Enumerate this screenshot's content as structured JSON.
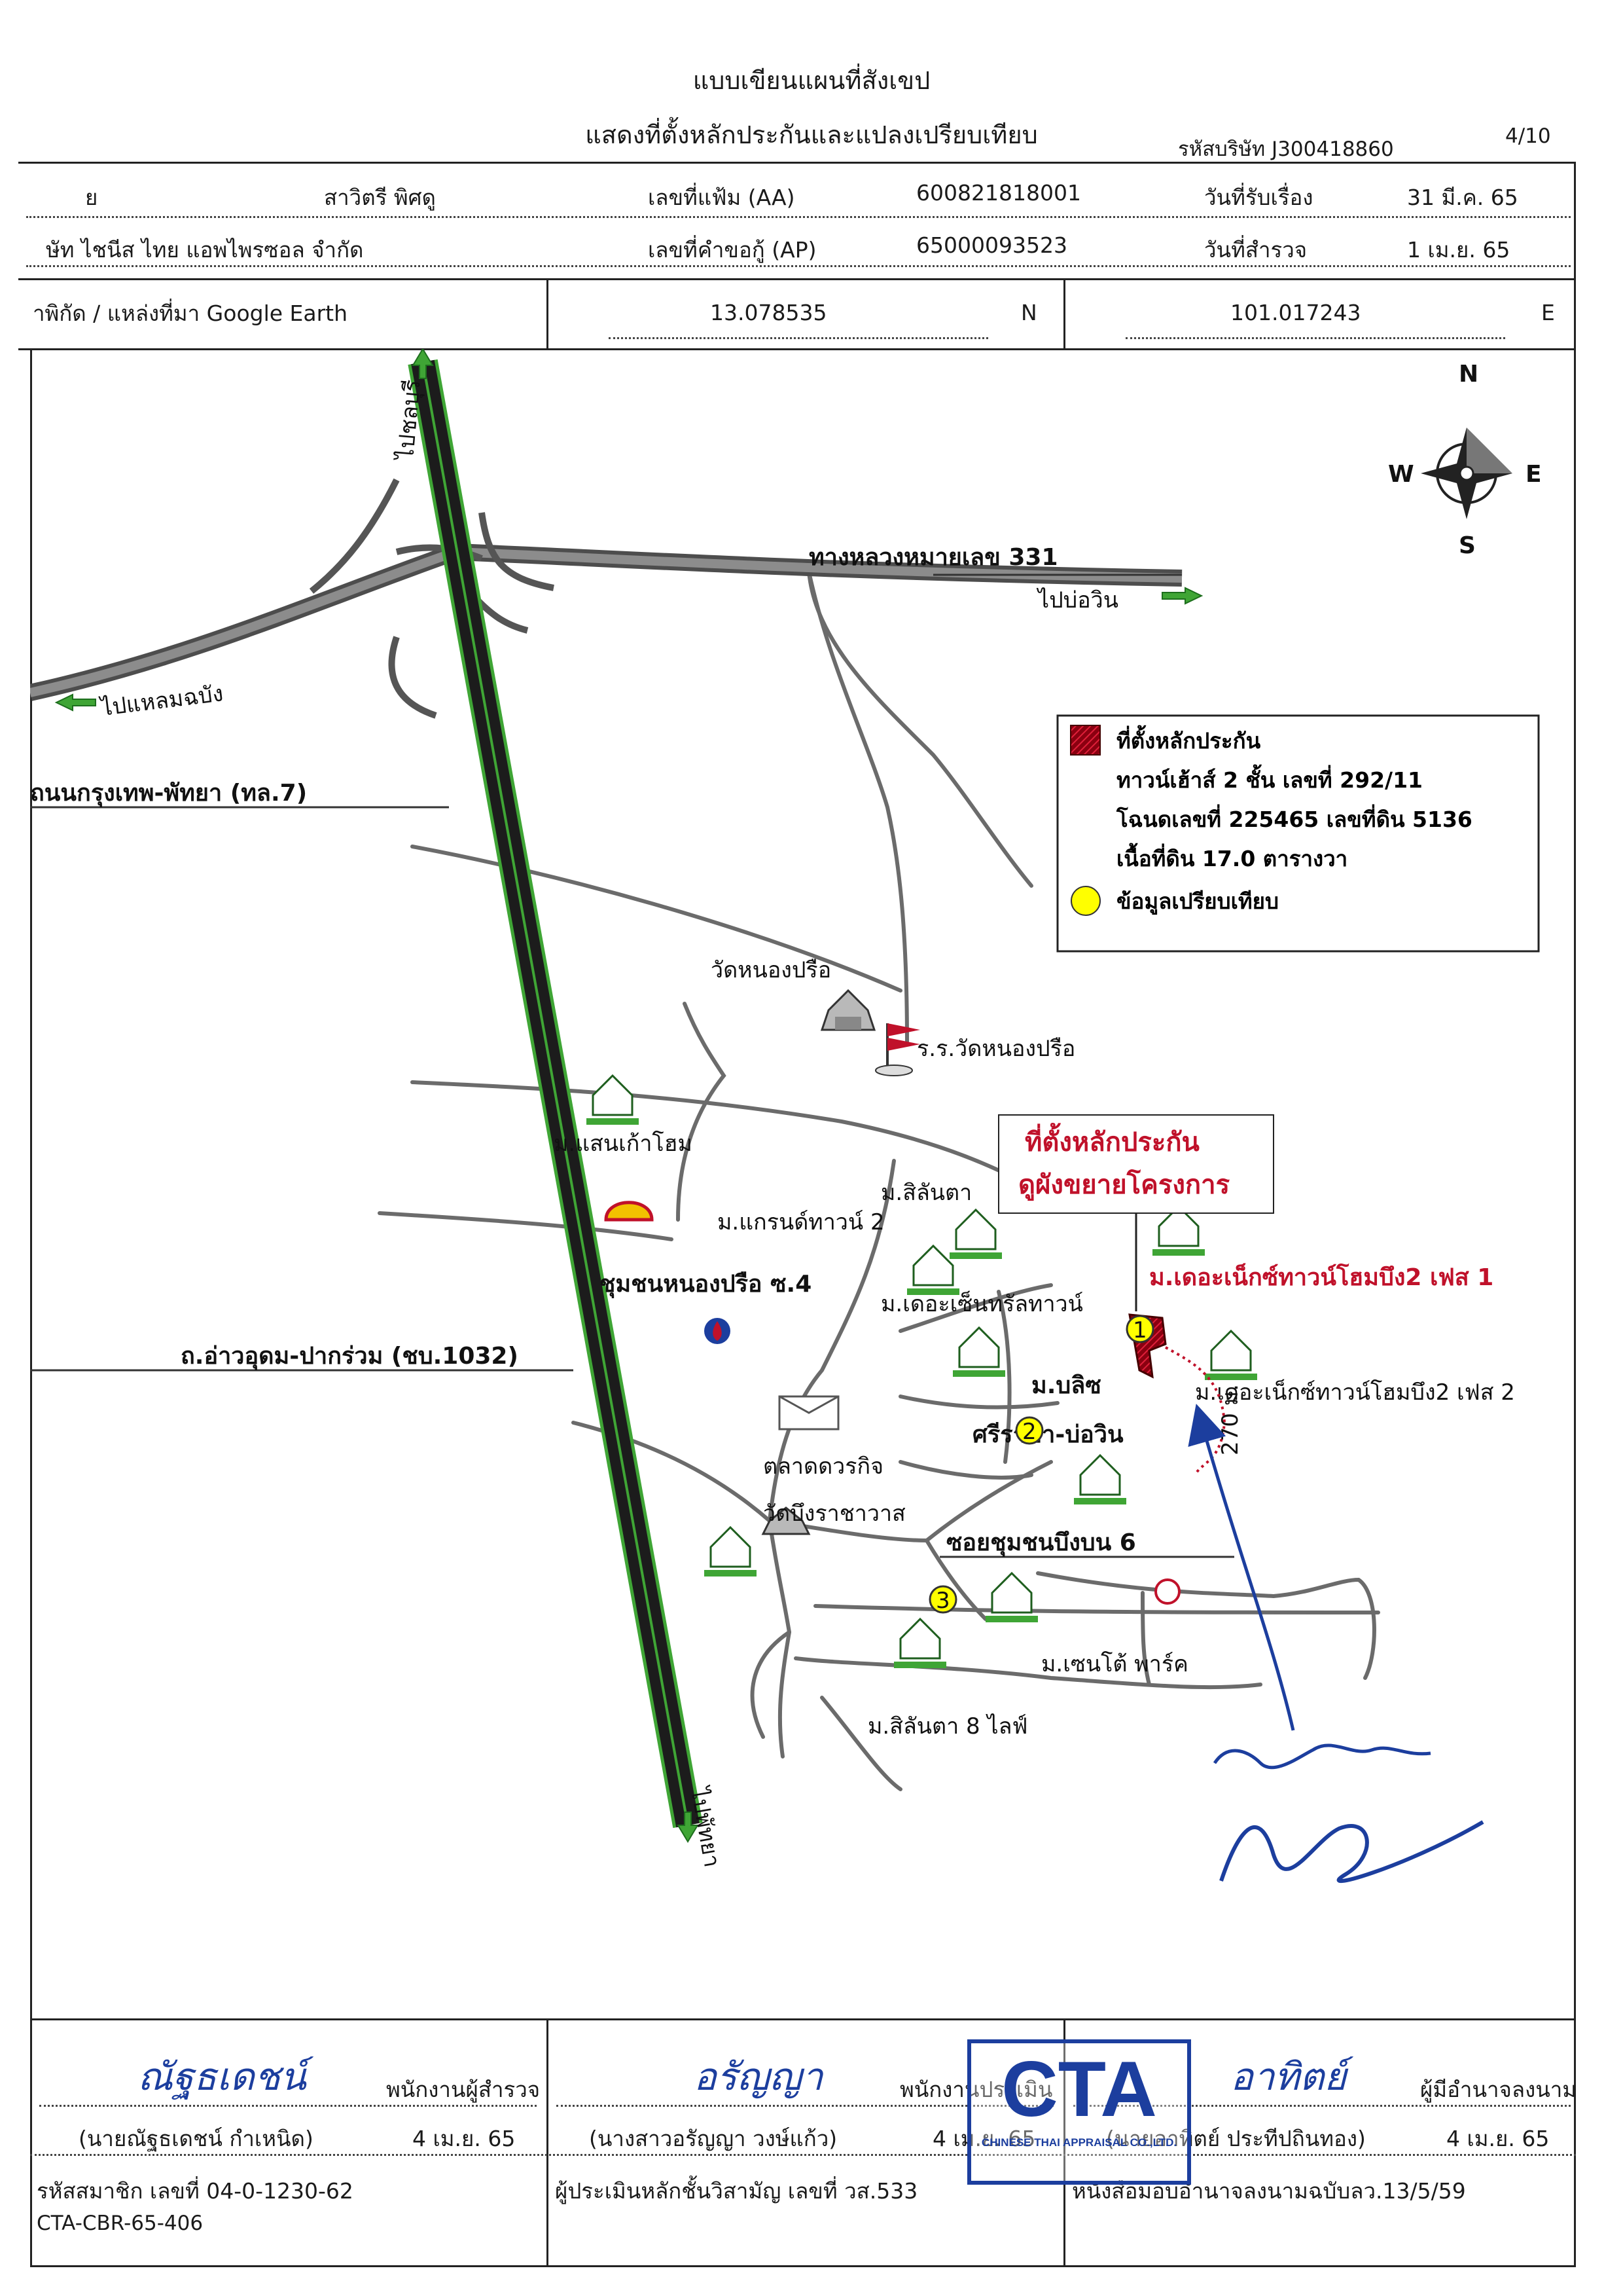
{
  "header": {
    "title_line1": "แบบเขียนแผนที่สังเขป",
    "title_line2": "แสดงที่ตั้งหลักประกันและแปลงเปรียบเทียบ",
    "company_code": "รหัสบริษัท J300418860",
    "page": "4/10"
  },
  "info": {
    "row1": {
      "prefix": "ย",
      "name": "สาวิตรี พิศดู",
      "file_label": "เลขที่แฟ้ม (AA)",
      "file_value": "600821818001",
      "recv_label": "วันที่รับเรื่อง",
      "recv_value": "31 มี.ค. 65"
    },
    "row2": {
      "prefix": "ษัท ไชนีส ไทย แอพไพรซอล จำกัด",
      "req_label": "เลขที่คำขอกู้ (AP)",
      "req_value": "65000093523",
      "survey_label": "วันที่สำรวจ",
      "survey_value": "1 เม.ย. 65"
    },
    "row3": {
      "coord_label": "าพิกัด / แหล่งที่มา Google Earth",
      "lat": "13.078535",
      "lat_dir": "N",
      "lon": "101.017243",
      "lon_dir": "E"
    }
  },
  "map": {
    "compass": {
      "n": "N",
      "s": "S",
      "e": "E",
      "w": "W"
    },
    "roads": {
      "to_chonburi": "ไปชลบุรี",
      "hwy331": "ทางหลวงหมายเลข 331",
      "to_bowin": "ไปบ่อวิน",
      "to_laemchabang": "ไปแหลมฉบัง",
      "bkk_pattaya": "ถนนกรุงเทพ-พัทยา (ทล.7)",
      "to_pattaya": "ไปพัทยา",
      "road1032": "ถ.อ่าวอุดม-ปากร่วม (ชบ.1032)",
      "soi6": "ซอยชุมชนบึงบน 6"
    },
    "places": {
      "wat": "วัดหนองปรือ",
      "school": "ร.ร.วัดหนองปรือ",
      "saenkao": "ม.แสนเก้าโฮม",
      "silanta": "ม.สิลันตา",
      "grand_town2": "ม.แกรนด์ทาวน์ 2",
      "community": "ชุมชนหนองปรือ ซ.4",
      "central_town": "ม.เดอะเซ็นทรัลทาวน์",
      "market1": "ตลาดดวรกิจ",
      "market2": "วัดบึงราชาวาส",
      "bliss1": "ม.บลิซ",
      "bliss2": "ศรีราชา-บ่อวิน",
      "next2": "ม.เดอะเน็กซ์ทาวน์โฮมบึง2 เฟส 2",
      "next1": "ม.เดอะเน็กซ์ทาวน์โฮมบึง2 เฟส 1",
      "centro": "ม.เซนโต้ พาร์ค",
      "silanta8": "ม.สิลันตา 8 ไลฟ์",
      "dist": "270 ม."
    },
    "callout": {
      "line1": "ที่ตั้งหลักประกัน",
      "line2": "ดูผังขยายโครงการ"
    },
    "markers": {
      "m1": "1",
      "m2": "2",
      "m3": "3"
    }
  },
  "legend": {
    "collateral": "ที่ตั้งหลักประกัน",
    "line2": "ทาวน์เฮ้าส์ 2 ชั้น เลขที่ 292/11",
    "line3": "โฉนดเลขที่ 225465 เลขที่ดิน 5136",
    "line4": "เนื้อที่ดิน 17.0 ตารางวา",
    "compare": "ข้อมูลเปรียบเทียบ"
  },
  "colors": {
    "collateral": "#c0112a",
    "compare": "#ffff00",
    "ink": "#1c3e9e",
    "road_green": "#3fa535"
  },
  "signatures": {
    "surveyor_role": "พนักงานผู้สำรวจ",
    "surveyor_name": "(นายณัฐธเดชน์ กำเหนิด)",
    "surveyor_date": "4 เม.ย. 65",
    "appraiser_role": "พนักงานประเมิน",
    "appraiser_name": "(นางสาวอรัญญา วงษ์แก้ว)",
    "appraiser_date": "4 เม.ย. 65",
    "authority_role": "ผู้มีอำนาจลงนาม",
    "authority_name": "(นายอาทิตย์ ประทีปถินทอง)",
    "authority_date": "4 เม.ย. 65",
    "member": "รหัสสมาชิก เลขที่ 04-0-1230-62",
    "appraiser_lic": "ผู้ประเมินหลักชั้นวิสามัญ เลขที่ วส.533",
    "authority_ref": "หนังสือมอบอำนาจลงนามฉบับลว.13/5/59",
    "sig1": "ณัฐธเดชน์",
    "sig2": "อรัญญา",
    "sig3": "อาทิตย์"
  },
  "stamp": {
    "big": "CTA",
    "small": "CHINESE THAI APPRAISAL CO.,LTD."
  },
  "footer": "CTA-CBR-65-406"
}
